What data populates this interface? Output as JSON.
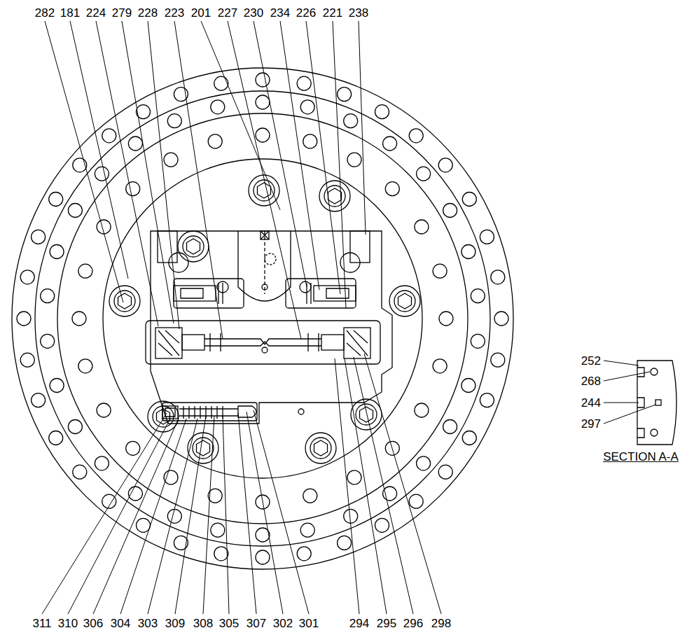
{
  "diagram": {
    "labels": [
      "282",
      "181",
      "224",
      "279",
      "228",
      "223",
      "201",
      "227",
      "230",
      "234",
      "226",
      "221",
      "238",
      "252",
      "268",
      "244",
      "297",
      "SECTION A-A",
      "311",
      "310",
      "306",
      "304",
      "303",
      "309",
      "308",
      "305",
      "307",
      "302",
      "301",
      "294",
      "295",
      "296",
      "298"
    ]
  }
}
